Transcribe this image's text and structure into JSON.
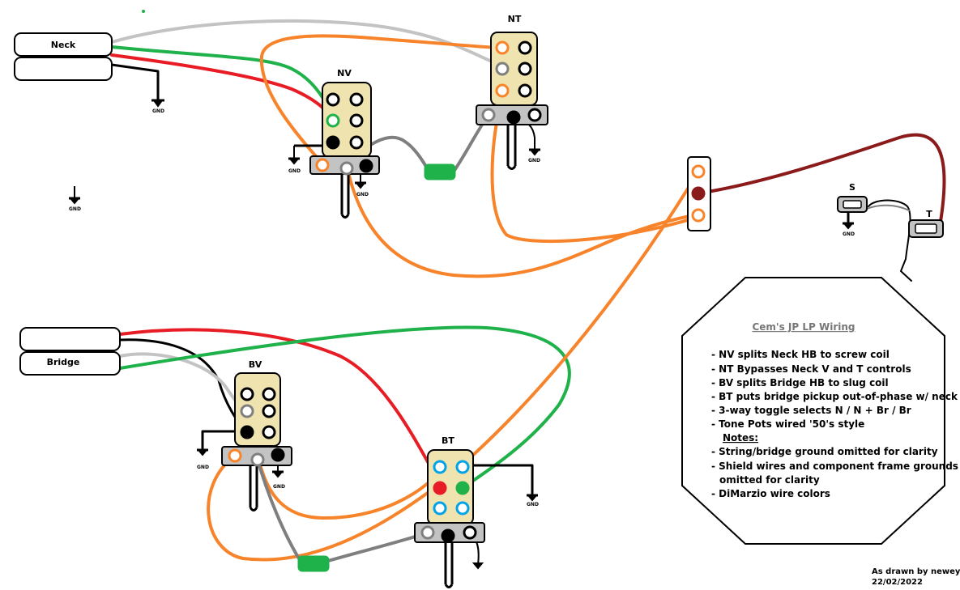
{
  "labels": {
    "neck": "Neck",
    "bridge": "Bridge",
    "nv": "NV",
    "nt": "NT",
    "bv": "BV",
    "bt": "BT",
    "s": "S",
    "t": "T",
    "gnd": "GND"
  },
  "info": {
    "title": "Cem's JP LP Wiring",
    "lines": [
      "- NV splits Neck HB to screw coil",
      "- NT Bypasses Neck V and T controls",
      "- BV splits Bridge HB to slug coil",
      "- BT puts bridge pickup out-of-phase w/ neck",
      "- 3-way toggle selects N / N + Br / Br",
      "- Tone Pots wired '50's style",
      "Notes:",
      "- String/bridge ground omitted for clarity",
      "- Shield wires and component frame grounds",
      "omitted for clarity",
      "- DiMarzio wire colors"
    ]
  },
  "credit": {
    "line1": "As drawn by newey",
    "line2": "22/02/2022"
  },
  "colors": {
    "orange": "#f7842a",
    "green": "#1fb14a",
    "red": "#e81c24",
    "gray": "#7f7f7f",
    "light_gray": "#c3c3c3",
    "black": "#000000",
    "dark_red": "#8b1a1a",
    "blue": "#00a2e8",
    "switch_body": "#efe4b0",
    "pot_base": "#c3c3c3"
  }
}
